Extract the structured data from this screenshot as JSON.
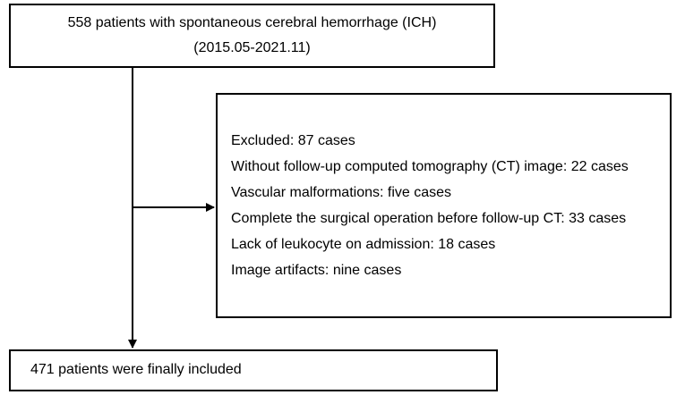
{
  "flowchart": {
    "top_box": {
      "line1": "558 patients with spontaneous cerebral hemorrhage (ICH)",
      "line2": "(2015.05-2021.11)"
    },
    "exclusion_box": {
      "items": [
        "Excluded: 87 cases",
        "Without follow-up computed tomography (CT) image: 22 cases",
        "Vascular malformations: five cases",
        "Complete the surgical operation before follow-up CT: 33 cases",
        "Lack of leukocyte on admission: 18 cases",
        "Image artifacts: nine cases"
      ]
    },
    "bottom_box": {
      "text": "471 patients were finally included"
    }
  }
}
